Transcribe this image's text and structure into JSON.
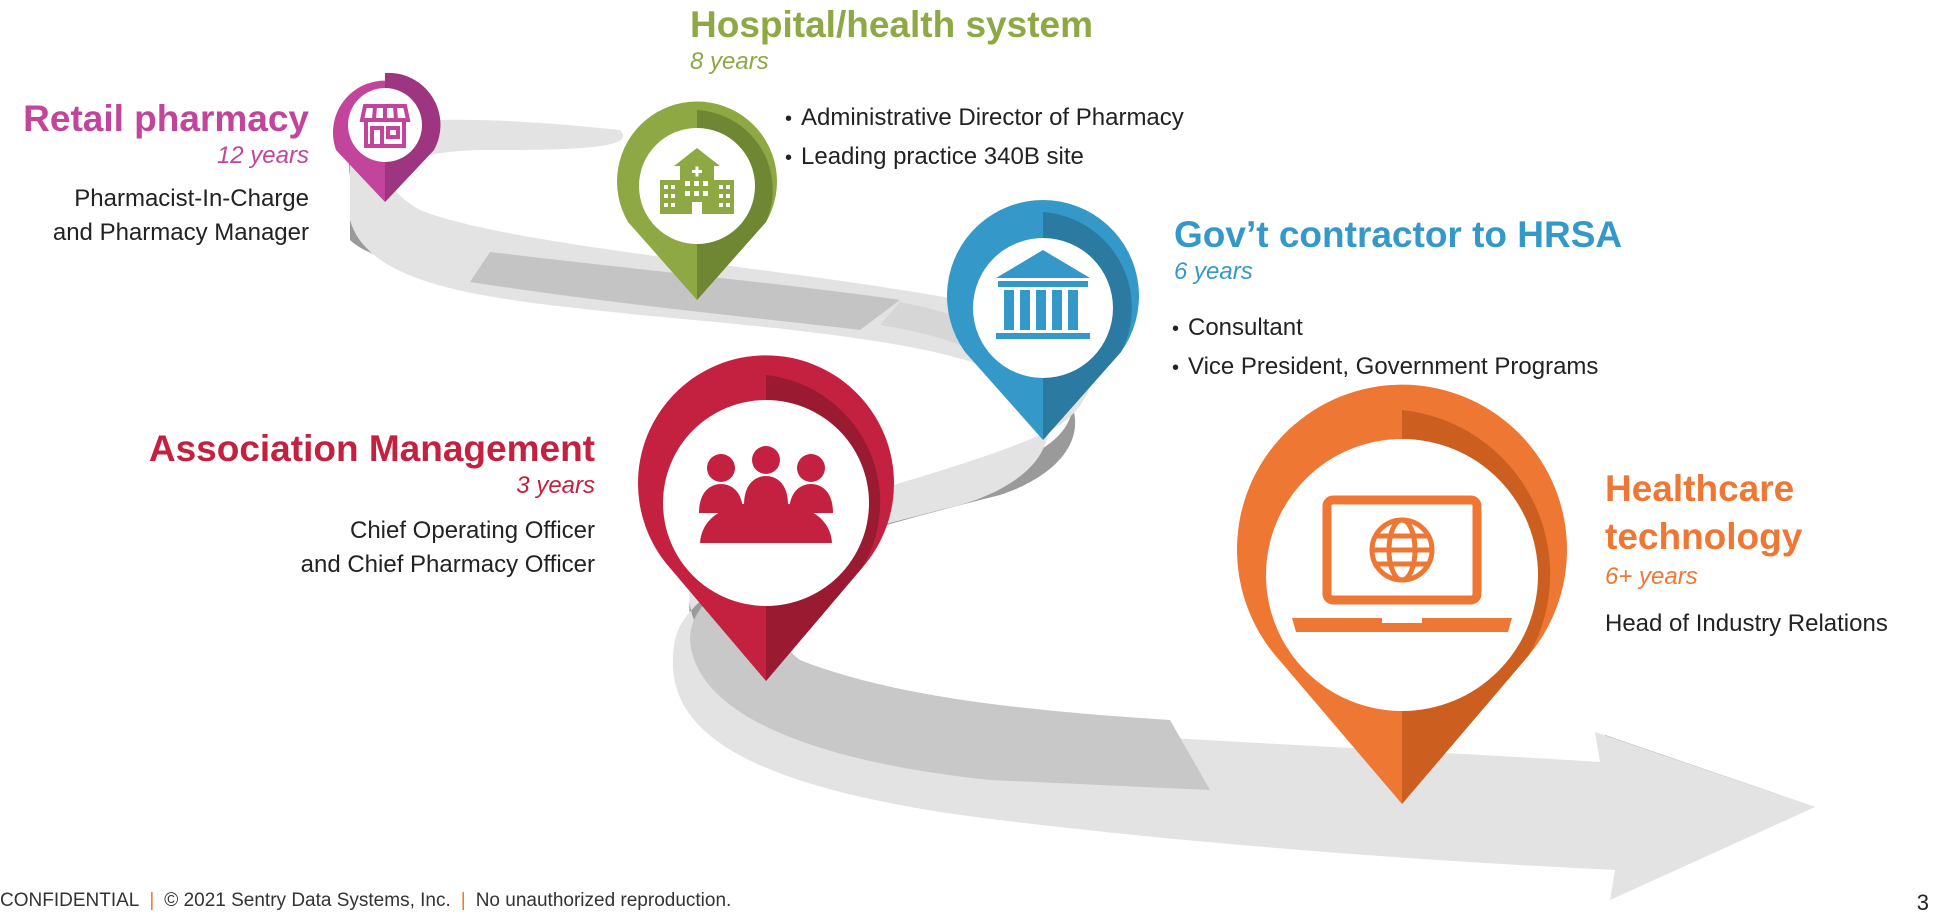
{
  "stages": [
    {
      "id": "retail",
      "title": "Retail pharmacy",
      "years": "12 years",
      "description_lines": [
        "Pharmacist-In-Charge",
        "and Pharmacy Manager"
      ],
      "color": "#c2449b",
      "color_dark": "#9e3580",
      "icon": "storefront-icon"
    },
    {
      "id": "hospital",
      "title": "Hospital/health system",
      "years": "8 years",
      "bullets": [
        "Administrative Director of Pharmacy",
        "Leading practice 340B site"
      ],
      "color": "#8ea843",
      "color_dark": "#6f8733",
      "icon": "hospital-icon"
    },
    {
      "id": "gov",
      "title": "Gov’t contractor to HRSA",
      "years": "6 years",
      "bullets": [
        "Consultant",
        "Vice President, Government Programs"
      ],
      "color": "#3499c8",
      "color_dark": "#2a7aa1",
      "icon": "government-building-icon"
    },
    {
      "id": "association",
      "title": "Association Management",
      "years": "3 years",
      "description_lines": [
        "Chief Operating Officer",
        "and Chief Pharmacy Officer"
      ],
      "color": "#c3213f",
      "color_dark": "#9a1a32",
      "icon": "people-meeting-icon"
    },
    {
      "id": "healthtech",
      "title_lines": [
        "Healthcare",
        "technology"
      ],
      "years": "6+ years",
      "description_lines": [
        "Head of Industry Relations"
      ],
      "color": "#ee7733",
      "color_dark": "#cc5f1f",
      "icon": "laptop-globe-icon"
    }
  ],
  "footer": {
    "confidential": "CONFIDENTIAL",
    "copyright": "© 2021 Sentry Data Systems, Inc.",
    "notice": "No unauthorized reproduction.",
    "separator": "|",
    "page_number": "3"
  }
}
